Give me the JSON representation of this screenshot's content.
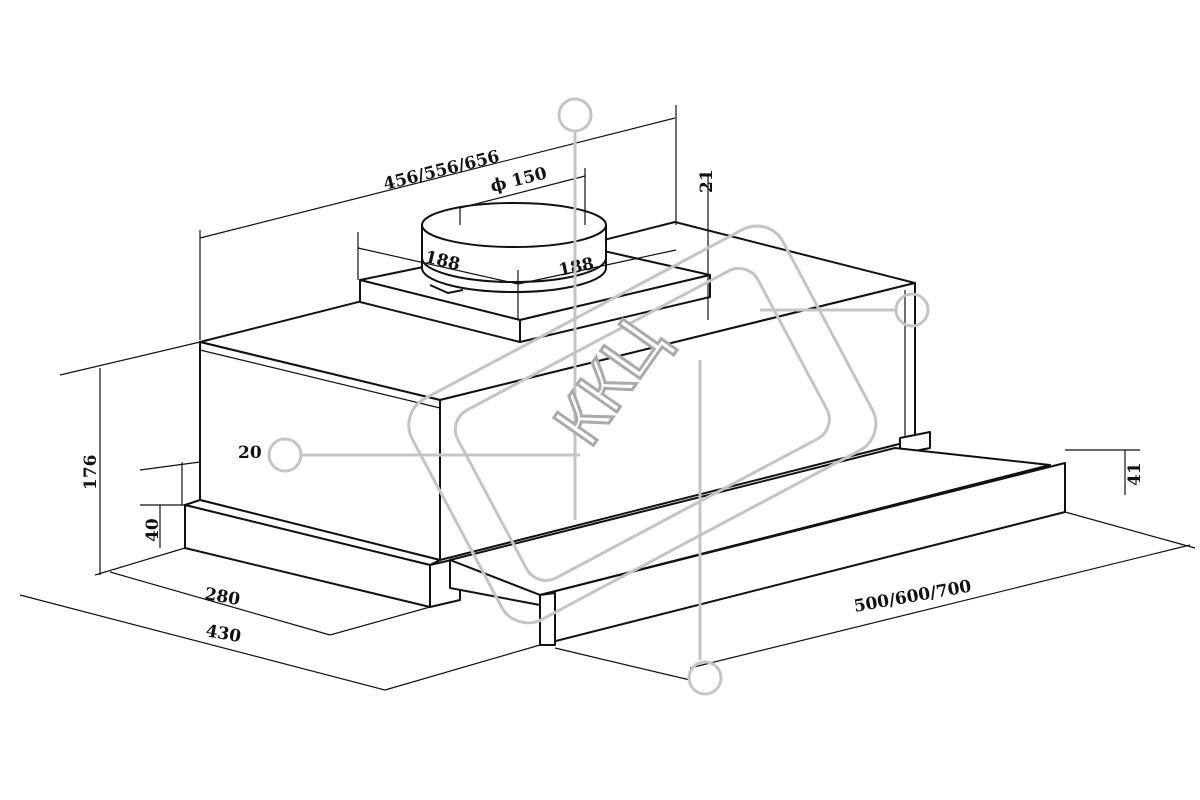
{
  "drawing": {
    "watermark": "ККЦ",
    "dimensions": {
      "overall_width": "456/556/656",
      "duct_diameter": "ϕ 150",
      "duct_offset_left": "188",
      "duct_offset_right": "188",
      "duct_height": "21",
      "total_height": "176",
      "front_inset": "20",
      "front_strip_height": "40",
      "depth_inner": "280",
      "depth_total": "430",
      "width_options": "500/600/700",
      "slider_height": "41"
    }
  }
}
